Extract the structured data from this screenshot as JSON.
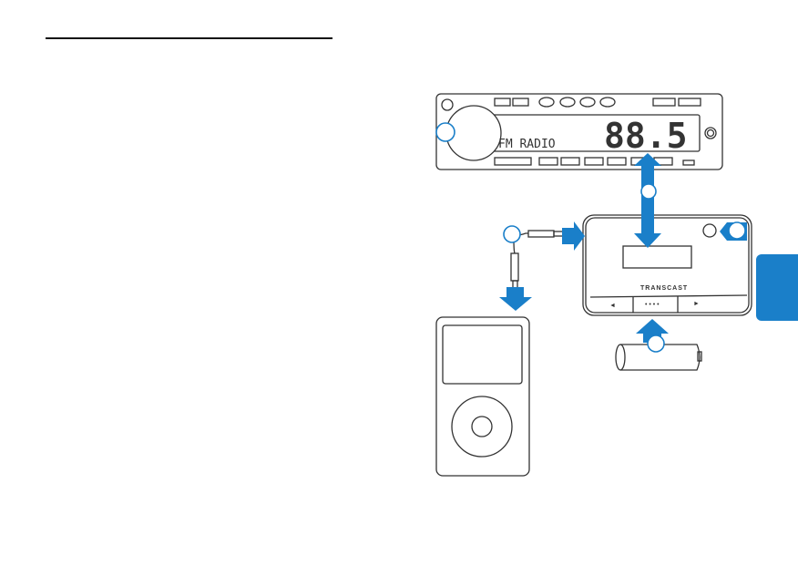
{
  "diagram": {
    "radio_display_label": "FM RADIO",
    "radio_frequency": "88.5",
    "device_brand": "TRANSCAST",
    "button_prev": "◄",
    "button_center": "• • • •",
    "button_next": "►"
  },
  "colors": {
    "accent": "#1a7fc9",
    "line": "#333333"
  }
}
